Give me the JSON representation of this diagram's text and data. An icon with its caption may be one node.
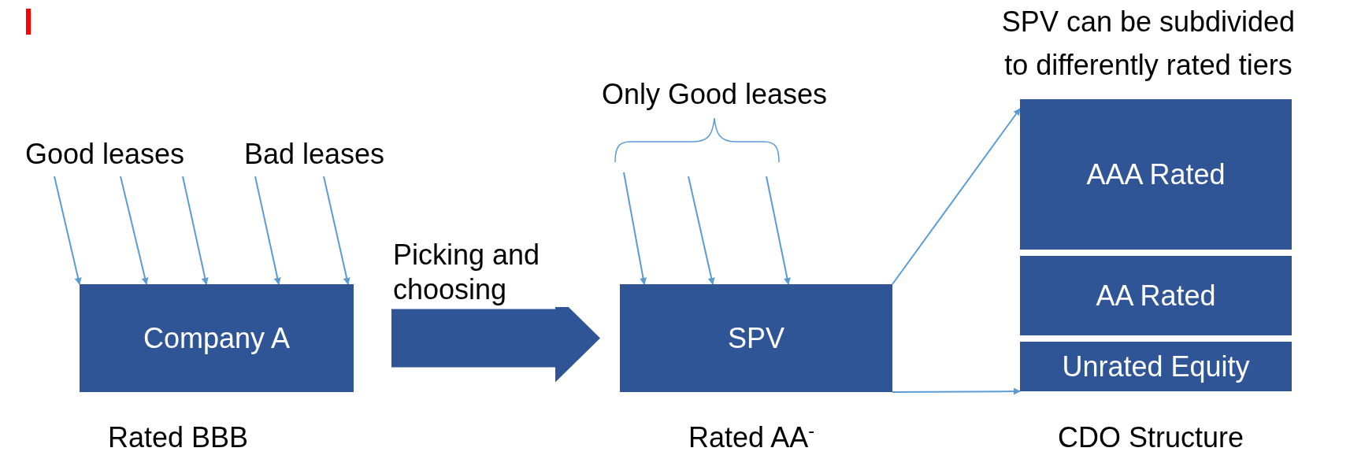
{
  "diagram": {
    "nodes": [
      {
        "text": [
          "Good leases"
        ]
      },
      {
        "text": [
          "Bad leases"
        ]
      },
      {
        "text": [
          "Company A"
        ],
        "beside": [
          "Rated BBB"
        ]
      },
      {
        "text": [
          "Only Good leases"
        ]
      },
      {
        "text": [
          "SPV"
        ],
        "beside": [
          "Rated AA$^{-}$"
        ]
      },
      {
        "text": [
          "AAA Rated"
        ]
      },
      {
        "text": [
          "AA Rated"
        ]
      },
      {
        "text": [
          "Unrated Equity"
        ]
      }
    ],
    "edges": [
      {
        "from": 0,
        "to": 2,
        "arrow": "to"
      },
      {
        "from": 0,
        "to": 2,
        "arrow": "to"
      },
      {
        "from": 0,
        "to": 2,
        "arrow": "to"
      },
      {
        "from": 1,
        "to": 2,
        "arrow": "to"
      },
      {
        "from": 1,
        "to": 2,
        "arrow": "to"
      },
      {
        "from": 2,
        "to": 4,
        "arrow": "to",
        "label": "Picking and choosing",
        "style": "thick"
      },
      {
        "from": 3,
        "to": 4,
        "arrow": "to"
      },
      {
        "from": 3,
        "to": 4,
        "arrow": "to"
      },
      {
        "from": 3,
        "to": 4,
        "arrow": "to"
      },
      {
        "from": 4,
        "to": 5,
        "arrow": "to"
      },
      {
        "from": 4,
        "to": 7,
        "arrow": "to"
      }
    ],
    "labels": [
      "SPV can be subdivided to differently rated tiers",
      "CDO Structure"
    ]
  }
}
